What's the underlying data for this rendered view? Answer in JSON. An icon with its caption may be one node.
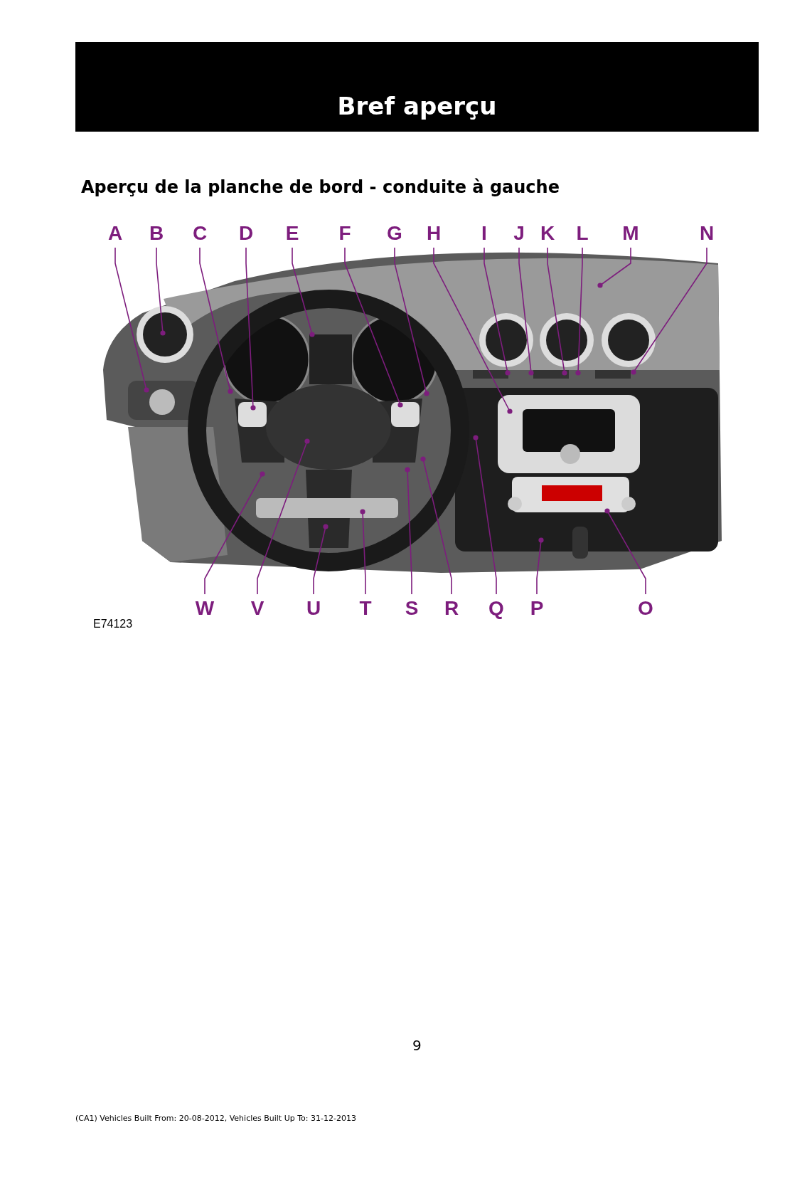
{
  "diagram": {
    "title": "Bref aperçu",
    "nodes": [
      {
        "text": [
          "A"
        ]
      },
      {
        "text": [
          "B"
        ]
      },
      {
        "text": [
          "C"
        ]
      },
      {
        "text": [
          "D"
        ]
      },
      {
        "text": [
          "E"
        ]
      },
      {
        "text": [
          "F"
        ]
      },
      {
        "text": [
          "G"
        ]
      },
      {
        "text": [
          "H"
        ]
      },
      {
        "text": [
          "I"
        ]
      },
      {
        "text": [
          "J"
        ]
      },
      {
        "text": [
          "K"
        ]
      },
      {
        "text": [
          "L"
        ]
      },
      {
        "text": [
          "M"
        ]
      },
      {
        "text": [
          "N"
        ]
      },
      {
        "text": [
          "W"
        ]
      },
      {
        "text": [
          "V"
        ]
      },
      {
        "text": [
          "U"
        ]
      },
      {
        "text": [
          "T"
        ]
      },
      {
        "text": [
          "S"
        ]
      },
      {
        "text": [
          "R"
        ]
      },
      {
        "text": [
          "Q"
        ]
      },
      {
        "text": [
          "P"
        ]
      },
      {
        "text": [
          "O"
        ]
      }
    ],
    "edges": [
      {
        "from": 0,
        "to": null,
        "arrow": "other"
      },
      {
        "from": 1,
        "to": null,
        "arrow": "other"
      },
      {
        "from": 2,
        "to": null,
        "arrow": "other"
      },
      {
        "from": 3,
        "to": null,
        "arrow": "other"
      },
      {
        "from": 4,
        "to": null,
        "arrow": "other"
      },
      {
        "from": 5,
        "to": null,
        "arrow": "other"
      },
      {
        "from": 6,
        "to": null,
        "arrow": "other"
      },
      {
        "from": 7,
        "to": null,
        "arrow": "other"
      },
      {
        "from": 8,
        "to": null,
        "arrow": "other"
      },
      {
        "from": 9,
        "to": null,
        "arrow": "other"
      },
      {
        "from": 10,
        "to": null,
        "arrow": "other"
      },
      {
        "from": 11,
        "to": null,
        "arrow": "other"
      },
      {
        "from": 12,
        "to": null,
        "arrow": "other"
      },
      {
        "from": 13,
        "to": null,
        "arrow": "other"
      },
      {
        "from": 14,
        "to": null,
        "arrow": "other"
      },
      {
        "from": 15,
        "to": null,
        "arrow": "other"
      },
      {
        "from": 16,
        "to": null,
        "arrow": "other"
      },
      {
        "from": 17,
        "to": null,
        "arrow": "other"
      },
      {
        "from": 18,
        "to": null,
        "arrow": "other"
      },
      {
        "from": 19,
        "to": null,
        "arrow": "other"
      },
      {
        "from": 20,
        "to": null,
        "arrow": "other"
      },
      {
        "from": 21,
        "to": null,
        "arrow": "other"
      },
      {
        "from": 22,
        "to": null,
        "arrow": "other"
      }
    ],
    "labels": [
      "Aperçu de la planche de bord - conduite à gauche",
      "E74123",
      "9",
      "(CA1) Vehicles Built From: 20-08-2012, Vehicles Built Up To: 31-12-2013"
    ]
  }
}
